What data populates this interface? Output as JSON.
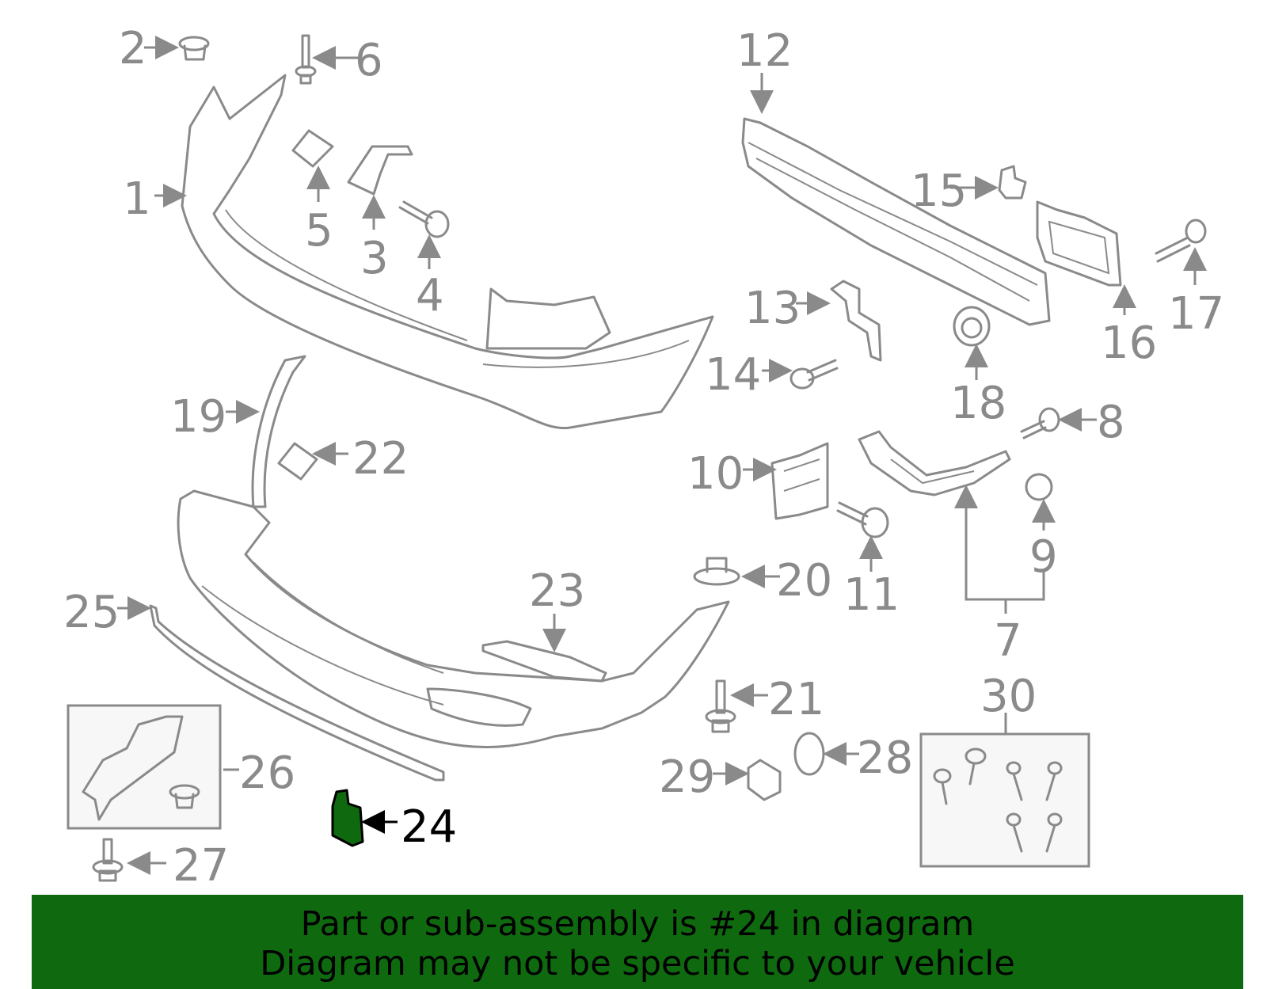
{
  "callouts": {
    "c1": "1",
    "c2": "2",
    "c3": "3",
    "c4": "4",
    "c5": "5",
    "c6": "6",
    "c7": "7",
    "c8": "8",
    "c9": "9",
    "c10": "10",
    "c11": "11",
    "c12": "12",
    "c13": "13",
    "c14": "14",
    "c15": "15",
    "c16": "16",
    "c17": "17",
    "c18": "18",
    "c19": "19",
    "c20": "20",
    "c21": "21",
    "c22": "22",
    "c23": "23",
    "c24": "24",
    "c25": "25",
    "c26": "26",
    "c27": "27",
    "c28": "28",
    "c29": "29",
    "c30": "30"
  },
  "highlight": {
    "part": "24",
    "color": "#0f6a0f"
  },
  "colors": {
    "line": "#8a8a8a",
    "banner": "#0f6a0f"
  },
  "banner": {
    "line1": "Part or sub-assembly is #24 in diagram",
    "line2": "Diagram may not be specific to your vehicle"
  }
}
